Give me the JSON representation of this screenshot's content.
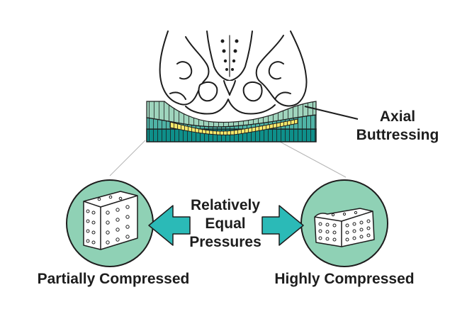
{
  "labels": {
    "axial": [
      "Axial",
      "Buttressing"
    ],
    "center": [
      "Relatively",
      "Equal",
      "Pressures"
    ],
    "left": "Partially Compressed",
    "right": "Highly Compressed"
  },
  "colors": {
    "teal_dark": "#0e8f8a",
    "teal_mid": "#4fb3a6",
    "teal_light": "#9fd4bd",
    "yellow": "#f2e66a",
    "circle_fill": "#8fd1b5",
    "arrow_fill": "#2bbab7",
    "outline": "#1d1d1d"
  },
  "icons": [
    "pelvis-illustration",
    "cushion-cross-section",
    "foam-cube-partially-compressed",
    "foam-cube-highly-compressed",
    "double-arrow-icon"
  ]
}
